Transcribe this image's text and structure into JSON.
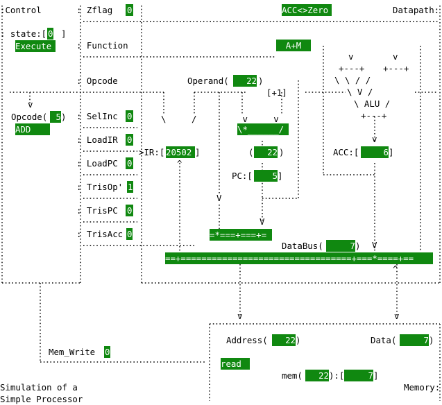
{
  "control": {
    "title": ":Control",
    "state_label": ": state:[",
    "state_value": "0",
    "state_close": "]",
    "state_name": "Execute",
    "opcode_label": "Opcode(",
    "opcode_value": "5",
    "opcode_close": ")",
    "opcode_name": "ADD"
  },
  "signals": {
    "zflag_label": ": Zflag",
    "zflag_value": "0",
    "function_label": ": Function",
    "opcode_label": ": Opcode",
    "selinc_label": ": SelInc",
    "selinc_value": "0",
    "loadir_label": ": LoadIR",
    "loadir_value": "0",
    "loadpc_label": ": LoadPC",
    "loadpc_value": "0",
    "trisop_label": ": TrisOp'",
    "trisop_value": "1",
    "trispc_label": ": TrisPC",
    "trispc_value": "0",
    "trisacc_label": ": TrisAcc",
    "trisacc_value": "0"
  },
  "datapath": {
    "title": "Datapath:",
    "acc_zero": "ACC<>Zero",
    "alu_function": "A+M",
    "operand_label": "Operand(",
    "operand_value": "22",
    "operand_close": ")",
    "inc_label": "[+1]",
    "alu_label": "ALU",
    "ir_label": ">IR:[",
    "ir_value": "20502",
    "ir_close": "]",
    "mux_out_value": "22",
    "mux_out_open": "(",
    "mux_out_close": ")",
    "acc_label": "ACC:[",
    "acc_value": "6",
    "acc_close": "]",
    "pc_label": "PC:[",
    "pc_value": "5",
    "pc_close": "]",
    "databus_label": "DataBus(",
    "databus_value": "7",
    "databus_close": ")"
  },
  "memory": {
    "address_label": "Address(",
    "address_value": "22",
    "address_close": ")",
    "data_label": "Data(",
    "data_value": "7",
    "data_close": ")",
    "mode": "read",
    "mem_label": "mem(",
    "mem_addr": "22",
    "mem_mid": "):[",
    "mem_value": "7",
    "mem_close": "]",
    "title": "Memory:",
    "mem_write_label": "Mem_Write",
    "mem_write_value": "0"
  },
  "caption": {
    "line1": "Simulation of a",
    "line2": "Simple Processor"
  },
  "colors": {
    "highlight_bg": "#108810",
    "highlight_fg": "#ffffff",
    "background": "#ffffff"
  }
}
